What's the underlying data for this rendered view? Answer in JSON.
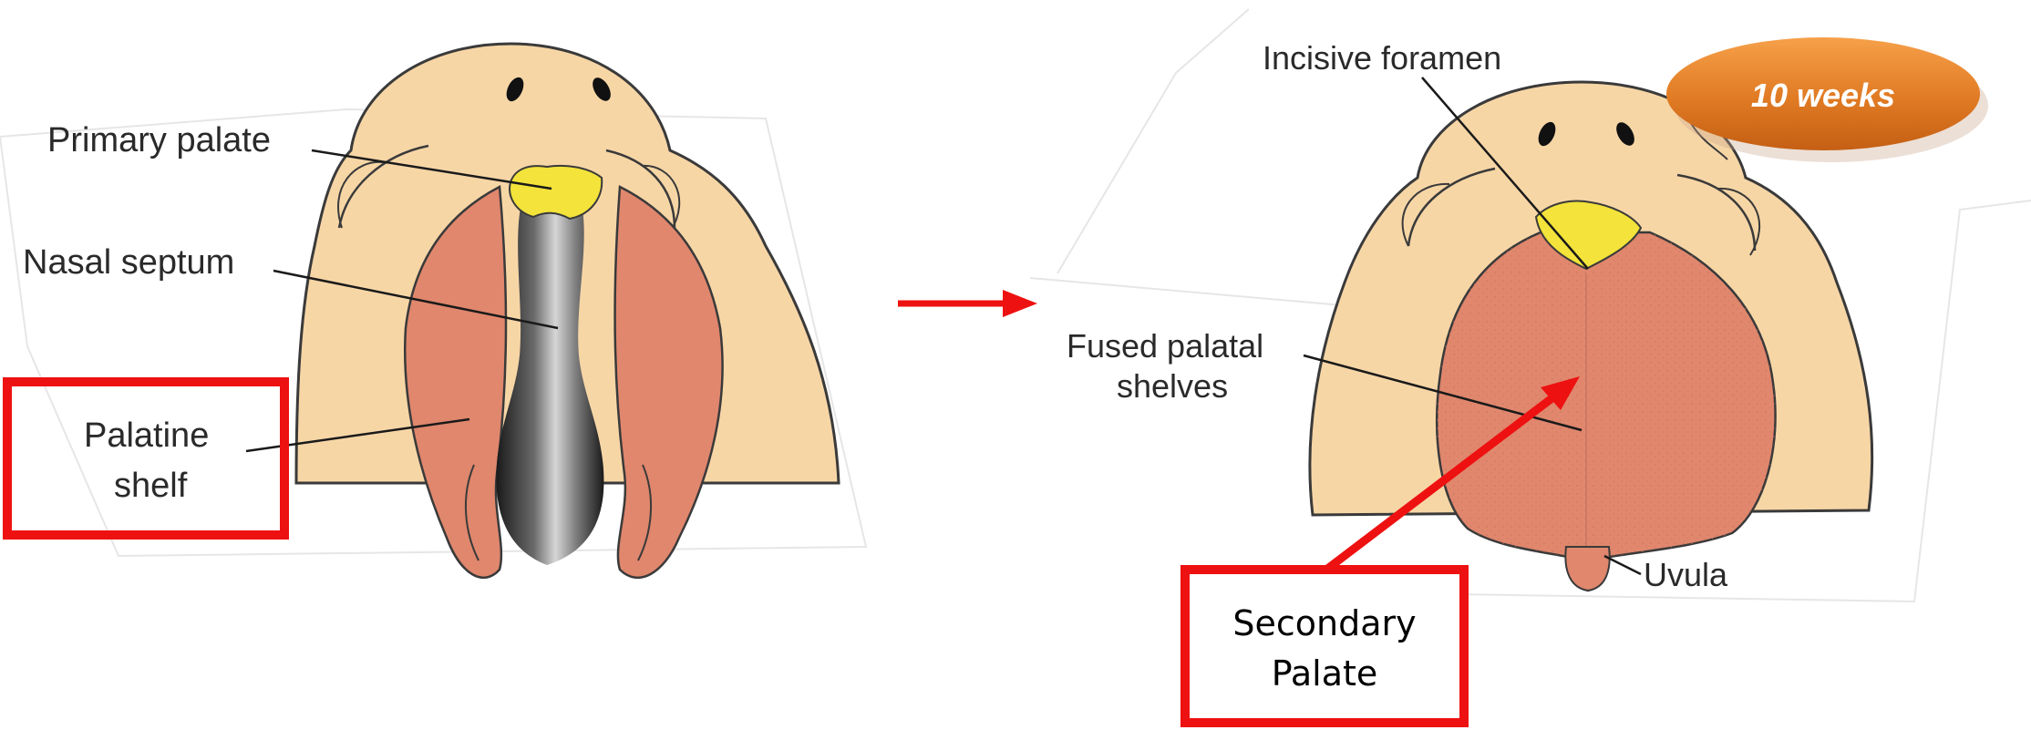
{
  "left_panel": {
    "label_primary_palate": "Primary palate",
    "label_nasal_septum": "Nasal septum",
    "label_palatine_shelf_line1": "Palatine",
    "label_palatine_shelf_line2": "shelf"
  },
  "right_panel": {
    "label_incisive_foramen": "Incisive foramen",
    "label_fused_line1": "Fused palatal",
    "label_fused_line2": "shelves",
    "label_uvula": "Uvula",
    "badge": "10 weeks",
    "callout_line1": "Secondary",
    "callout_line2": "Palate"
  },
  "colors": {
    "skin": "#f7d6a6",
    "palate_tissue": "#e0876d",
    "primary_palate": "#f3e33a",
    "highlight_red": "#ee1111",
    "badge_orange": "#e07a23"
  }
}
